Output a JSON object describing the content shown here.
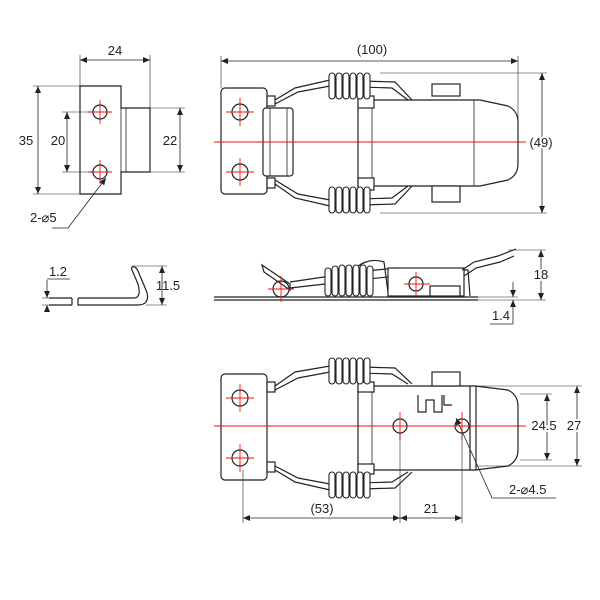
{
  "dimensions": {
    "front_width": "24",
    "front_height": "35",
    "front_hole_pitch": "20",
    "front_inner_height": "22",
    "front_holes": "2-⌀5",
    "side_thickness": "1.2",
    "side_height": "11.5",
    "overall_length": "(100)",
    "overall_width": "(49)",
    "elevation_height": "18",
    "elevation_base": "1.4",
    "bottom_width_outer": "27",
    "bottom_width_inner": "24.5",
    "bottom_holes": "2-⌀4.5",
    "bottom_length_left": "(53)",
    "bottom_length_right": "21"
  },
  "colors": {
    "line": "#222222",
    "centerline": "#ee1111",
    "background": "#ffffff"
  }
}
